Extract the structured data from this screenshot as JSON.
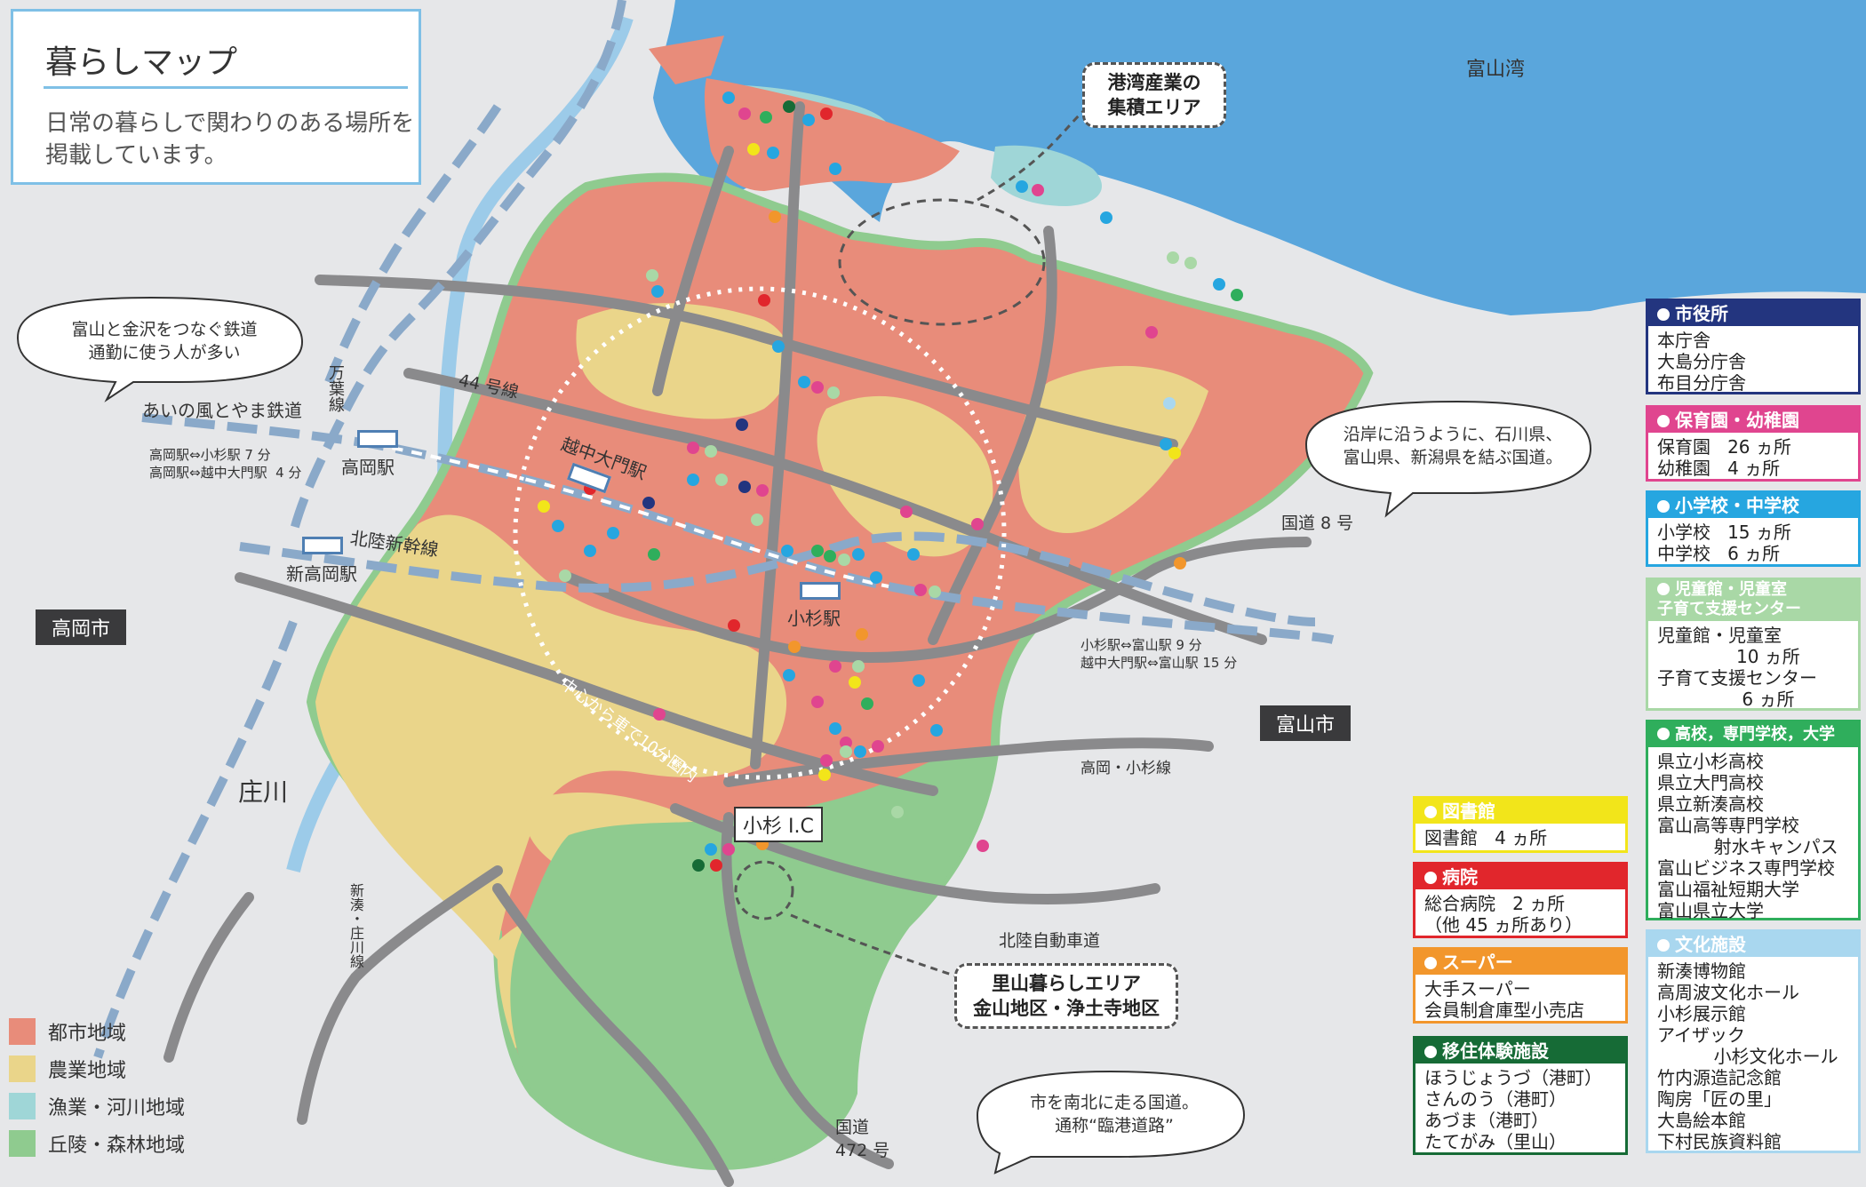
{
  "title": {
    "heading": "暮らしマップ",
    "description": "日常の暮らしで関わりのある場所を\n掲載しています。"
  },
  "colors": {
    "sea": "#5aa6dc",
    "land": "#e6e7e9",
    "urban": "#e88c7a",
    "agri": "#ead58a",
    "fishery": "#9fd6d7",
    "forest": "#8fcb8f",
    "road": "#8a8a8c",
    "rail": "#8aa9c9",
    "river": "#9ccbe9"
  },
  "map_labels": {
    "bay": "富山湾",
    "harbor_area": "港湾産業の\n集積エリア",
    "satoyama_area": "里山暮らしエリア\n金山地区・浄土寺地区",
    "takaoka_city": "高岡市",
    "toyama_city": "富山市",
    "shogawa": "庄川",
    "route44": "44 号線",
    "route8": "国道 8 号",
    "route472": "国道\n472 号",
    "takaoka_kosugi_line": "高岡・小杉線",
    "hokuriku_expressway": "北陸自動車道",
    "ainokaze": "あいの風とやま鉄道",
    "manyo_line": "万葉線",
    "shinminato_shogawa_line": "新湊・庄川線",
    "shinkansen": "北陸新幹線",
    "takaoka_station": "高岡駅",
    "shin_takaoka_station": "新高岡駅",
    "etchu_daimon_station": "越中大門駅",
    "kosugi_station": "小杉駅",
    "kosugi_ic": "小杉 I.C",
    "radius_note": "中心から車で10分圏内",
    "takaoka_times": "高岡駅⇔小杉駅 7 分\n高岡駅⇔越中大門駅  4 分",
    "kosugi_times": "小杉駅⇔富山駅 9 分\n越中大門駅⇔富山駅 15 分"
  },
  "bubbles": {
    "rail": "富山と金沢をつなぐ鉄道\n通勤に使う人が多い",
    "coast_road": "沿岸に沿うように、石川県、\n富山県、新潟県を結ぶ国道。",
    "south_road": "市を南北に走る国道。\n通称“臨港道路”"
  },
  "zone_legend": [
    {
      "label": "都市地域",
      "color": "#e88c7a"
    },
    {
      "label": "農業地域",
      "color": "#ead58a"
    },
    {
      "label": "漁業・河川地域",
      "color": "#9fd6d7"
    },
    {
      "label": "丘陵・森林地域",
      "color": "#8fcb8f"
    }
  ],
  "facility_legend": [
    {
      "title": "市役所",
      "color": "#23357f",
      "lines": [
        "本庁舎",
        "大島分庁舎",
        "布目分庁舎"
      ]
    },
    {
      "title": "保育園・幼稚園",
      "color": "#e0458f",
      "lines": [
        "保育園   26 ヵ所",
        "幼稚園   4 ヵ所"
      ]
    },
    {
      "title": "小学校・中学校",
      "color": "#26a6e0",
      "lines": [
        "小学校   15 ヵ所",
        "中学校   6 ヵ所"
      ]
    },
    {
      "title": "児童館・児童室\n子育て支援センター",
      "color": "#a9d8a6",
      "lines": [
        "児童館・児童室",
        "              10 ヵ所",
        "子育て支援センター",
        "               6 ヵ所"
      ]
    },
    {
      "title": "高校，専門学校，大学",
      "color": "#2fae5c",
      "lines": [
        "県立小杉高校",
        "県立大門高校",
        "県立新湊高校",
        "富山高等専門学校",
        "          射水キャンパス",
        "富山ビジネス専門学校",
        "富山福祉短期大学",
        "富山県立大学"
      ]
    },
    {
      "title": "図書館",
      "color": "#f2e51a",
      "lines": [
        "図書館   4 ヵ所"
      ]
    },
    {
      "title": "病院",
      "color": "#e1262c",
      "lines": [
        "総合病院   2 ヵ所",
        "（他 45 ヵ所あり）"
      ]
    },
    {
      "title": "スーパー",
      "color": "#f2962c",
      "lines": [
        "大手スーパー",
        "会員制倉庫型小売店"
      ]
    },
    {
      "title": "移住体験施設",
      "color": "#166b36",
      "lines": [
        "ほうじょうづ（港町）",
        "さんのう（港町）",
        "あづま（港町）",
        "たてがみ（里山）"
      ]
    },
    {
      "title": "文化施設",
      "color": "#a9d7ef",
      "lines": [
        "新湊博物館",
        "高周波文化ホール",
        "小杉展示館",
        "アイザック",
        "          小杉文化ホール",
        "竹内源造記念館",
        "陶房「匠の里」",
        "大島絵本館",
        "下村民族資料館"
      ]
    }
  ]
}
